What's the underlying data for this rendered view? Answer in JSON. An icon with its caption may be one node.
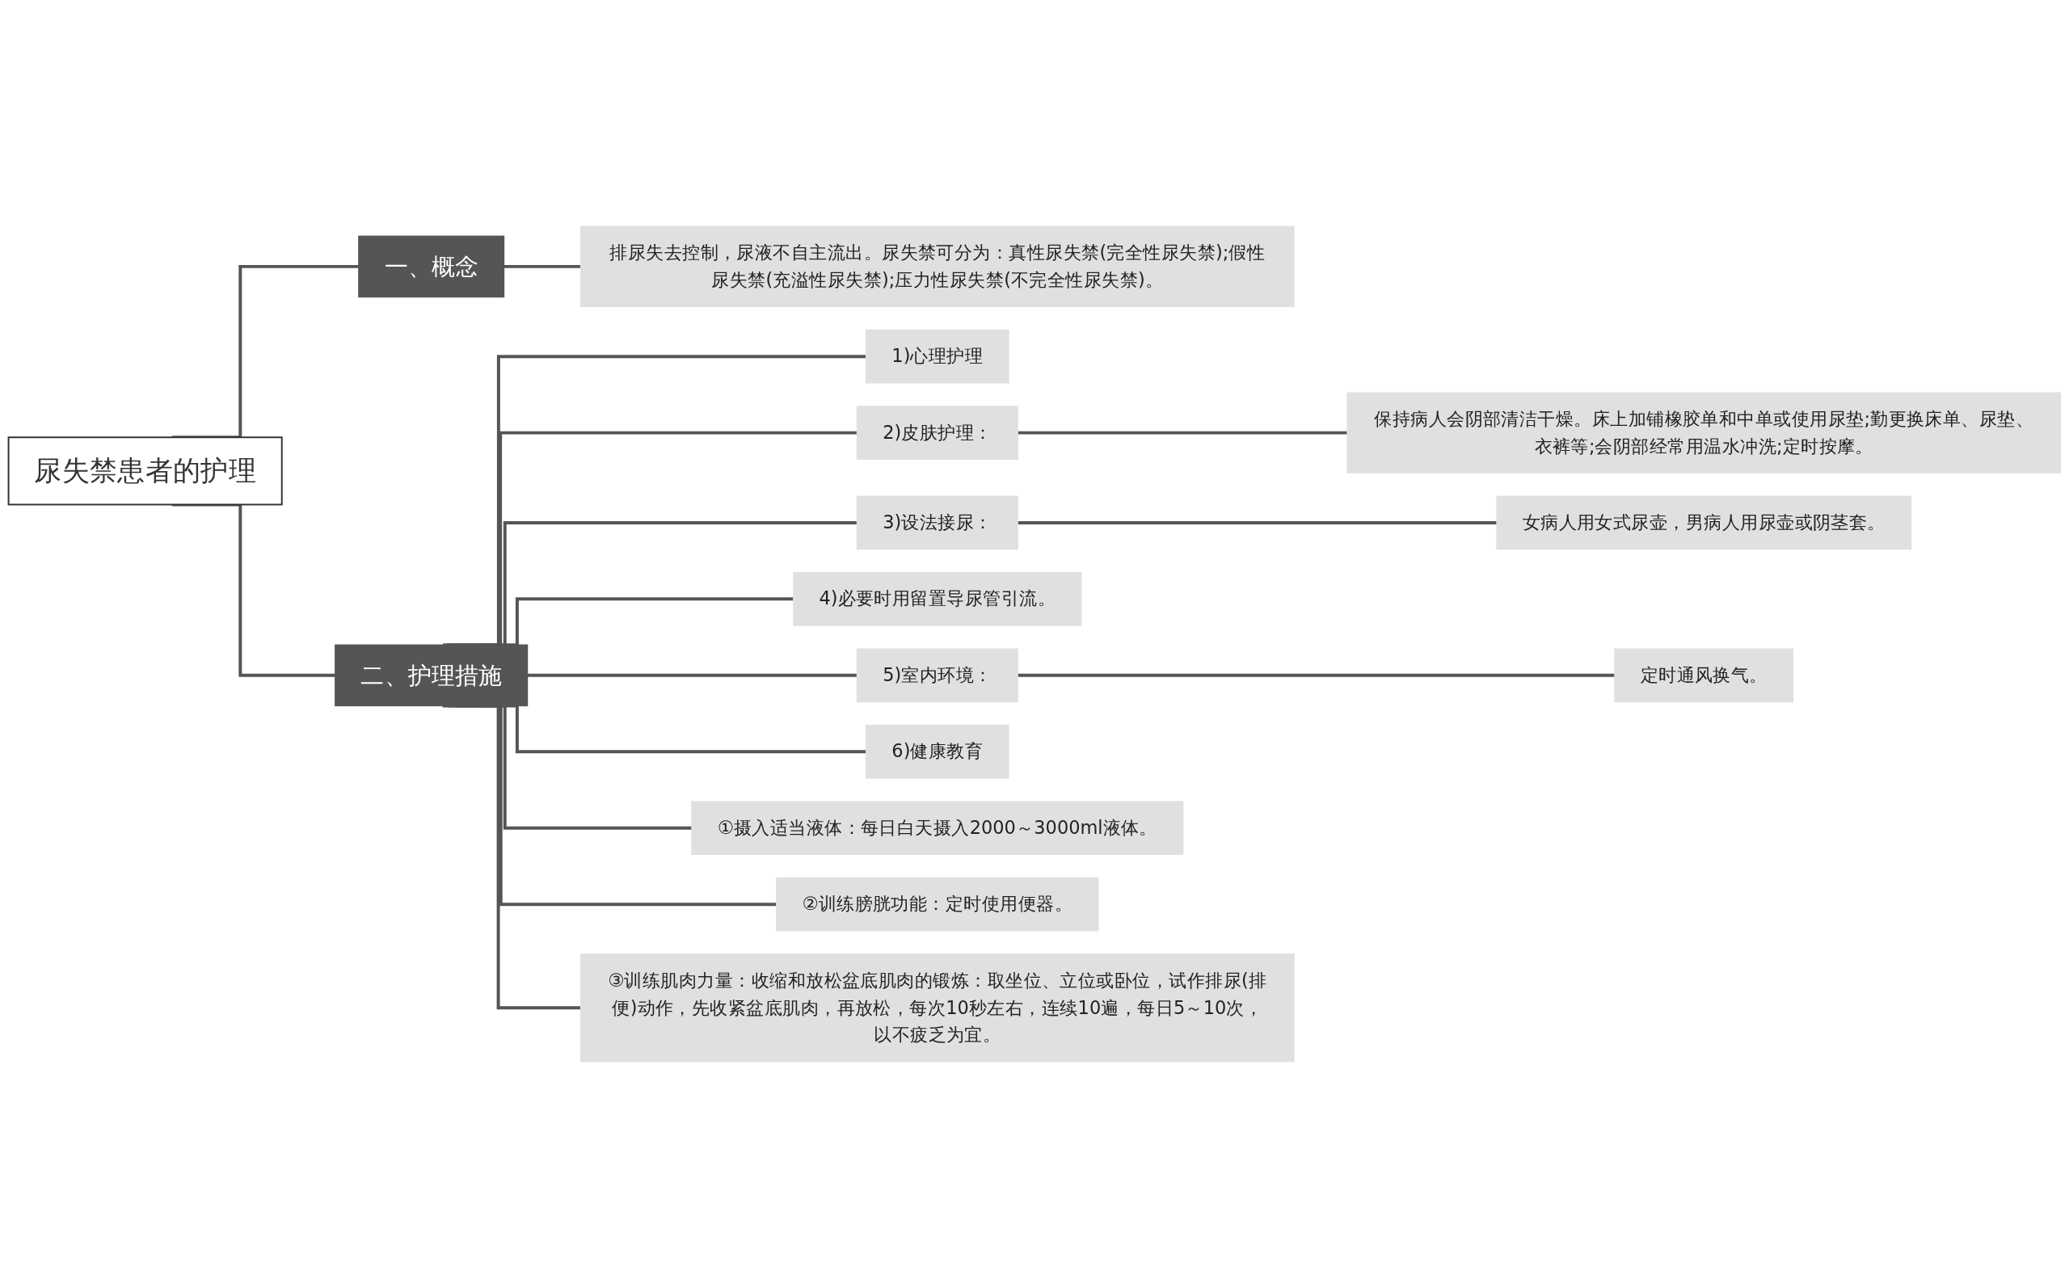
{
  "diagram": {
    "nodes": [
      {
        "text": [
          "尿失禁患者的护理"
        ]
      },
      {
        "text": [
          "一、概念"
        ]
      },
      {
        "text": [
          "排尿失去控制，尿液不自主流出。尿失禁可分为：真性尿失禁(完全性尿失禁);假性尿失禁(充溢性尿失禁);压力性尿失禁(不完全性尿失禁)。"
        ]
      },
      {
        "text": [
          "二、护理措施"
        ]
      },
      {
        "text": [
          "1)心理护理"
        ]
      },
      {
        "text": [
          "2)皮肤护理："
        ]
      },
      {
        "text": [
          "保持病人会阴部清洁干燥。床上加铺橡胶单和中单或使用尿垫;勤更换床单、尿垫、衣裤等;会阴部经常用温水冲洗;定时按摩。"
        ]
      },
      {
        "text": [
          "3)设法接尿："
        ]
      },
      {
        "text": [
          "女病人用女式尿壶，男病人用尿壶或阴茎套。"
        ]
      },
      {
        "text": [
          "4)必要时用留置导尿管引流。"
        ]
      },
      {
        "text": [
          "5)室内环境："
        ]
      },
      {
        "text": [
          "定时通风换气。"
        ]
      },
      {
        "text": [
          "6)健康教育"
        ]
      },
      {
        "text": [
          "①摄入适当液体：每日白天摄入2000～3000ml液体。"
        ]
      },
      {
        "text": [
          "②训练膀胱功能：定时使用便器。"
        ]
      },
      {
        "text": [
          "③训练肌肉力量：收缩和放松盆底肌肉的锻炼：取坐位、立位或卧位，试作排尿(排便)动作，先收紧盆底肌肉，再放松，每次10秒左右，连续10遍，每日5～10次，以不疲乏为宜。"
        ]
      }
    ],
    "edges": [
      {
        "from": 0,
        "to": 1,
        "arrow": "none"
      },
      {
        "from": 0,
        "to": 3,
        "arrow": "none"
      },
      {
        "from": 1,
        "to": 2,
        "arrow": "none"
      },
      {
        "from": 3,
        "to": 4,
        "arrow": "none"
      },
      {
        "from": 3,
        "to": 5,
        "arrow": "none"
      },
      {
        "from": 5,
        "to": 6,
        "arrow": "none"
      },
      {
        "from": 3,
        "to": 7,
        "arrow": "none"
      },
      {
        "from": 7,
        "to": 8,
        "arrow": "none"
      },
      {
        "from": 3,
        "to": 9,
        "arrow": "none"
      },
      {
        "from": 3,
        "to": 10,
        "arrow": "none"
      },
      {
        "from": 10,
        "to": 11,
        "arrow": "none"
      },
      {
        "from": 3,
        "to": 12,
        "arrow": "none"
      },
      {
        "from": 3,
        "to": 13,
        "arrow": "none"
      },
      {
        "from": 3,
        "to": 14,
        "arrow": "none"
      },
      {
        "from": 3,
        "to": 15,
        "arrow": "none"
      }
    ]
  }
}
